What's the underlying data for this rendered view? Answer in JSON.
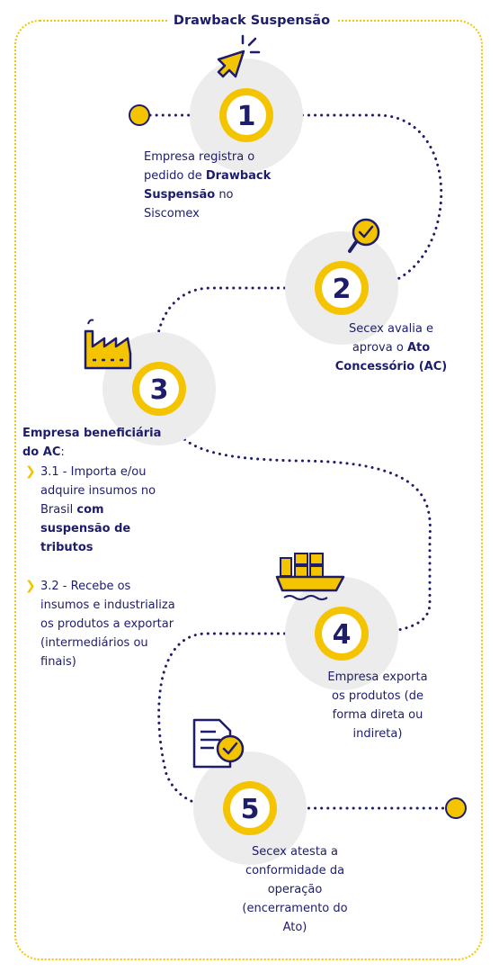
{
  "title": "Drawback Suspensão",
  "colors": {
    "accent": "#f5c400",
    "navy": "#1d1d6b",
    "halo": "#ececec"
  },
  "steps": [
    {
      "number": "1",
      "icon": "cursor-click-icon",
      "text": {
        "pre": "Empresa registra o pedido de ",
        "bold": "Drawback Suspensão",
        "post": " no Siscomex"
      }
    },
    {
      "number": "2",
      "icon": "check-circle-icon",
      "text": {
        "pre": "Secex avalia e aprova o ",
        "bold": "Ato Concessório (AC)",
        "post": ""
      }
    },
    {
      "number": "3",
      "icon": "factory-icon",
      "heading": "Empresa beneficiária do AC",
      "heading_suffix": ":",
      "bullets": [
        {
          "pre": "3.1 - Importa e/ou adquire insumos no Brasil ",
          "bold": "com suspensão de tributos",
          "post": ""
        },
        {
          "pre": "3.2 - Recebe os insumos e industrializa os produtos a exportar (intermediários ou finais)",
          "bold": "",
          "post": ""
        }
      ]
    },
    {
      "number": "4",
      "icon": "cargo-ship-icon",
      "text": {
        "pre": "Empresa exporta os produtos (de forma direta ou indireta)",
        "bold": "",
        "post": ""
      }
    },
    {
      "number": "5",
      "icon": "document-check-icon",
      "text": {
        "pre": "Secex atesta a conformidade da operação (encerramento do Ato)",
        "bold": "",
        "post": ""
      }
    }
  ]
}
